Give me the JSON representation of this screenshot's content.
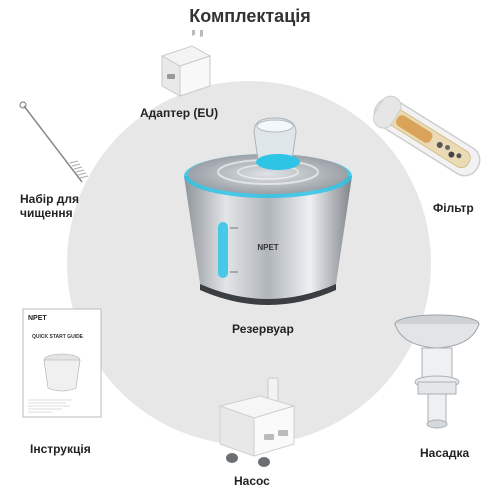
{
  "title": "Комплектація",
  "components": {
    "adapter": {
      "label": "Адаптер (EU)"
    },
    "cleaning_kit": {
      "label_line1": "Набір для",
      "label_line2": "чищення"
    },
    "filter": {
      "label": "Фільтр"
    },
    "reservoir": {
      "label": "Резервуар",
      "brand": "NPET"
    },
    "manual": {
      "label": "Інструкція",
      "brand": "NPET",
      "heading": "QUICK START GUIDE"
    },
    "pump": {
      "label": "Насос"
    },
    "nozzle": {
      "label": "Насадка"
    }
  },
  "colors": {
    "circle": "#e7e7e7",
    "accent_blue": "#2ec4e6",
    "steel": "#b9bdc2",
    "base_dark": "#3a3d42"
  }
}
